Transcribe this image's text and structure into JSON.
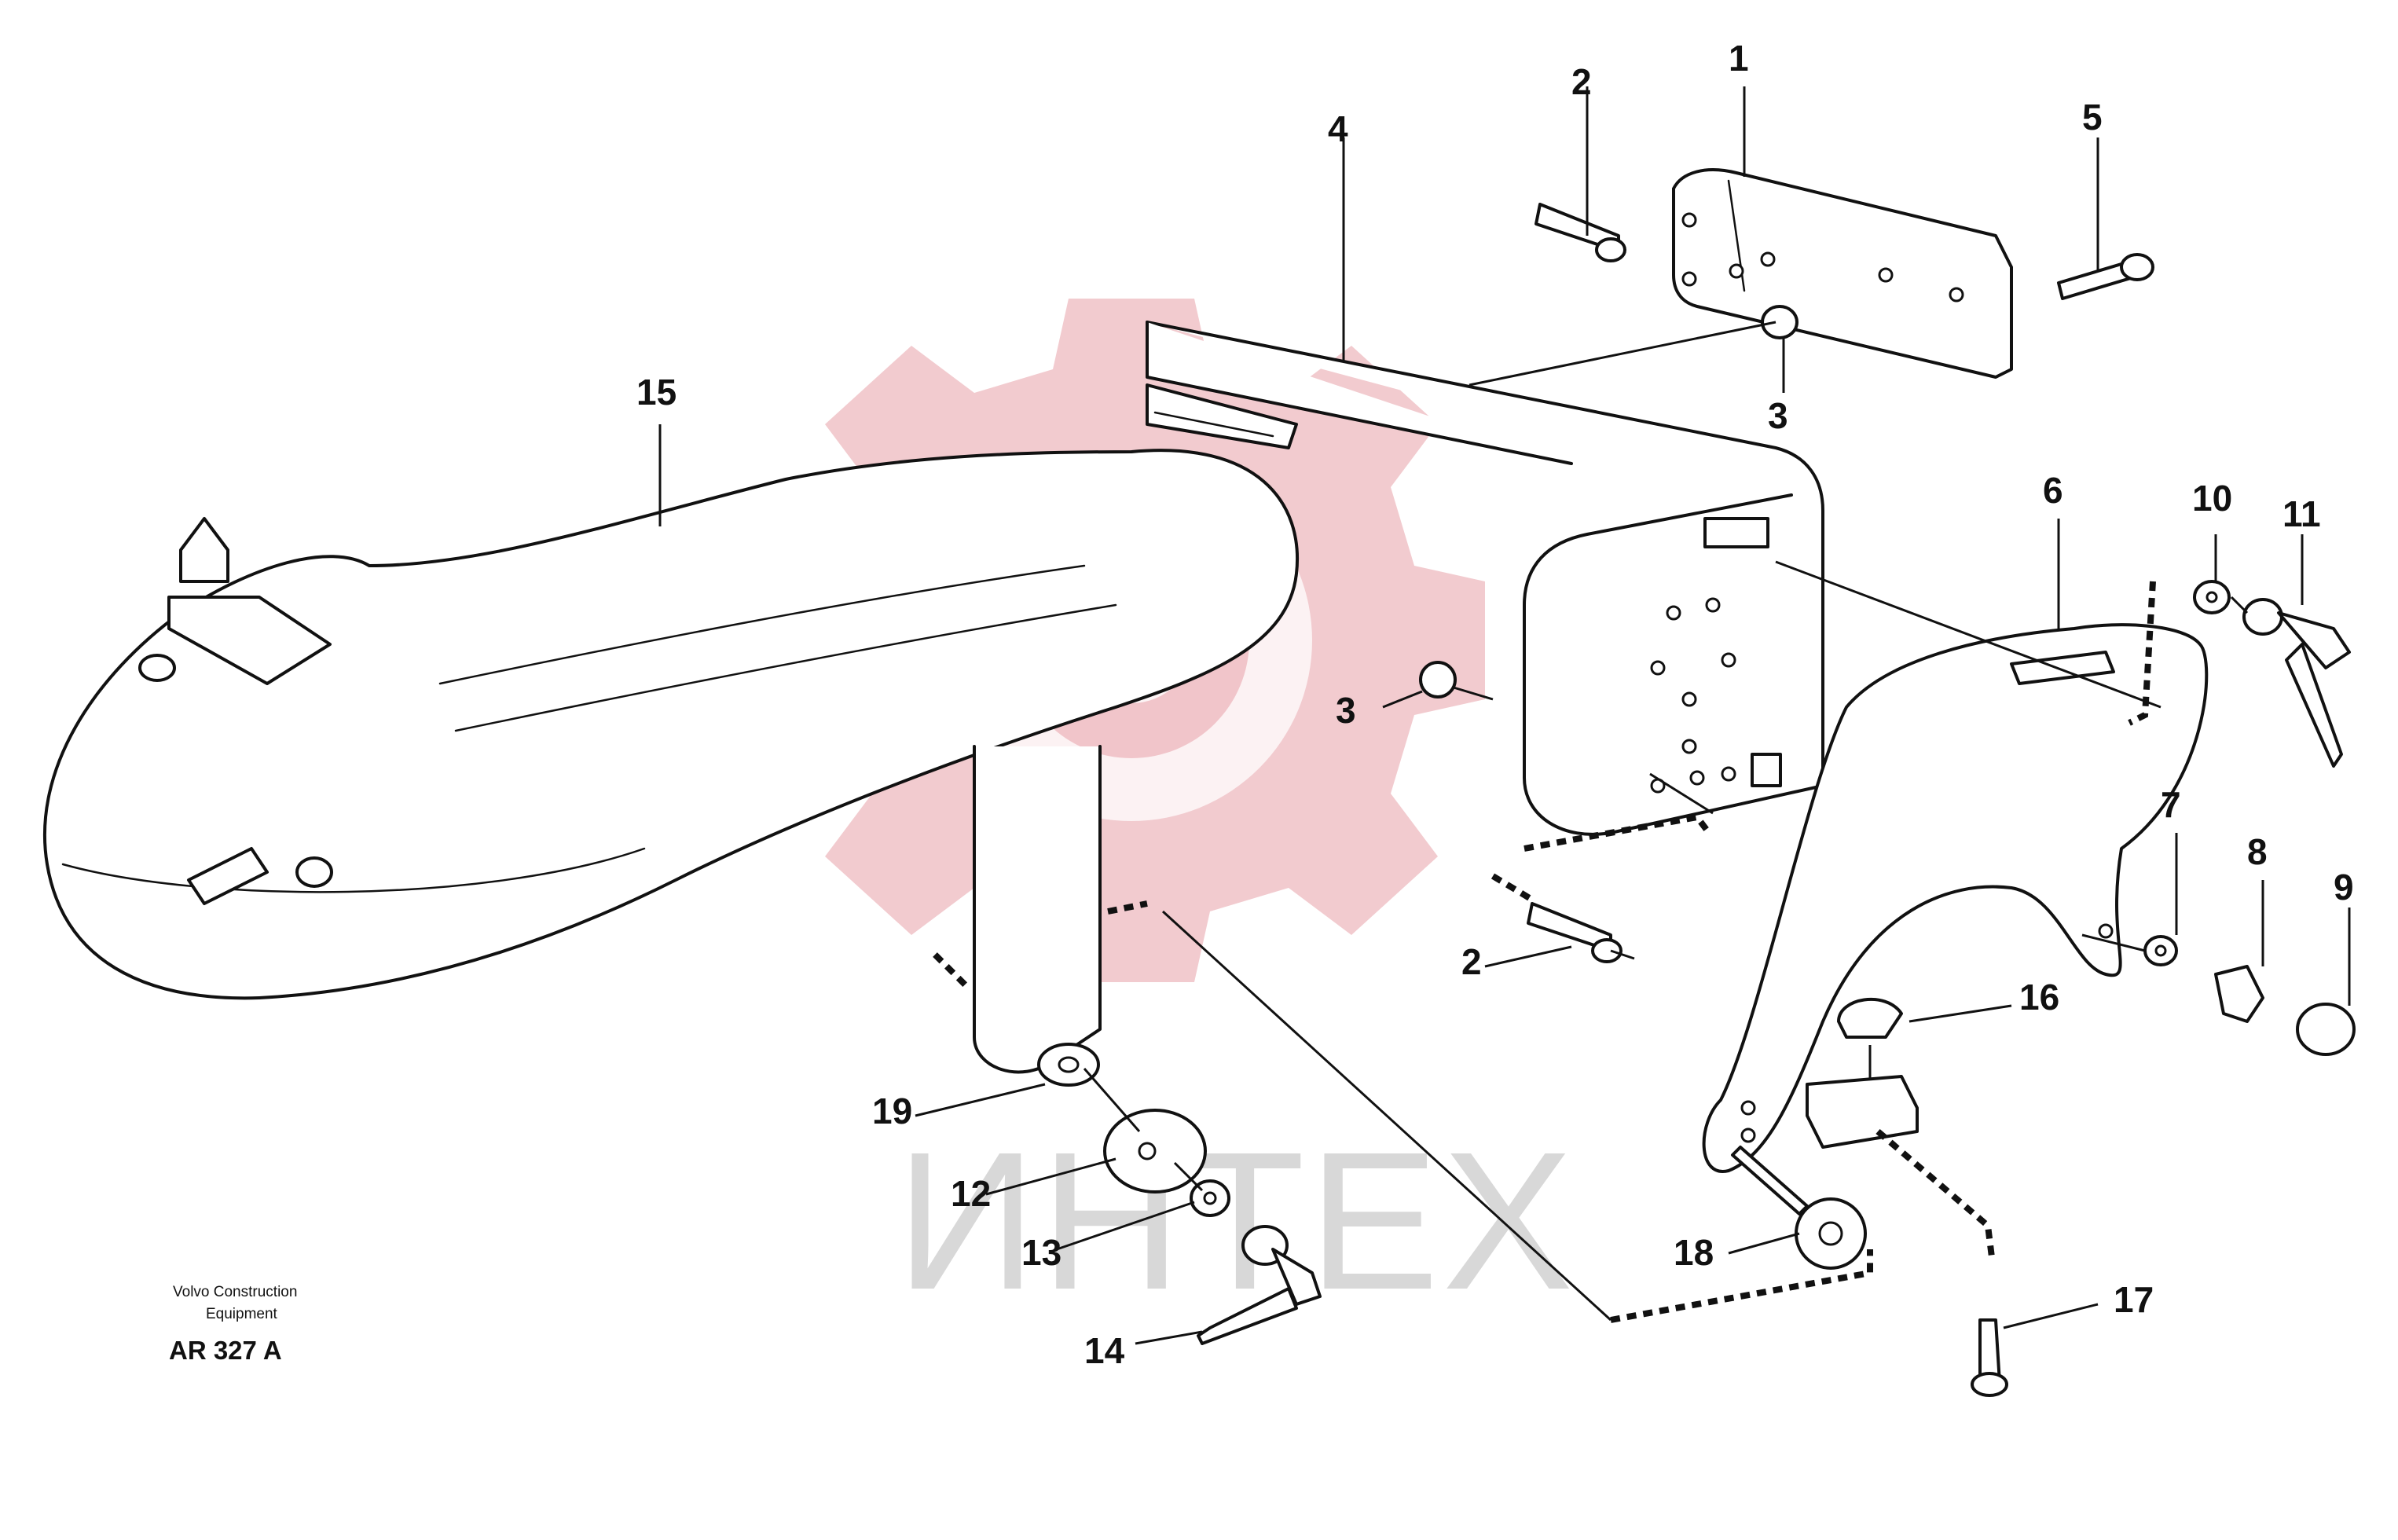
{
  "diagram": {
    "callouts": [
      {
        "id": "c1",
        "text": "1"
      },
      {
        "id": "c2a",
        "text": "2"
      },
      {
        "id": "c2b",
        "text": "2"
      },
      {
        "id": "c3a",
        "text": "3"
      },
      {
        "id": "c3b",
        "text": "3"
      },
      {
        "id": "c4",
        "text": "4"
      },
      {
        "id": "c5",
        "text": "5"
      },
      {
        "id": "c6",
        "text": "6"
      },
      {
        "id": "c7",
        "text": "7"
      },
      {
        "id": "c8",
        "text": "8"
      },
      {
        "id": "c9",
        "text": "9"
      },
      {
        "id": "c10",
        "text": "10"
      },
      {
        "id": "c11",
        "text": "11"
      },
      {
        "id": "c12",
        "text": "12"
      },
      {
        "id": "c13",
        "text": "13"
      },
      {
        "id": "c14",
        "text": "14"
      },
      {
        "id": "c15",
        "text": "15"
      },
      {
        "id": "c16",
        "text": "16"
      },
      {
        "id": "c17",
        "text": "17"
      },
      {
        "id": "c18",
        "text": "18"
      },
      {
        "id": "c19",
        "text": "19"
      }
    ],
    "footer": {
      "maker_line1": "Volvo Construction",
      "maker_line2": "Equipment",
      "drawing_code": "AR 327 A"
    },
    "watermark": {
      "text": "ИНТЕХ",
      "logo_color": "#e8a0a8",
      "text_color": "#d8d8d8"
    },
    "line_color": "#111111"
  }
}
